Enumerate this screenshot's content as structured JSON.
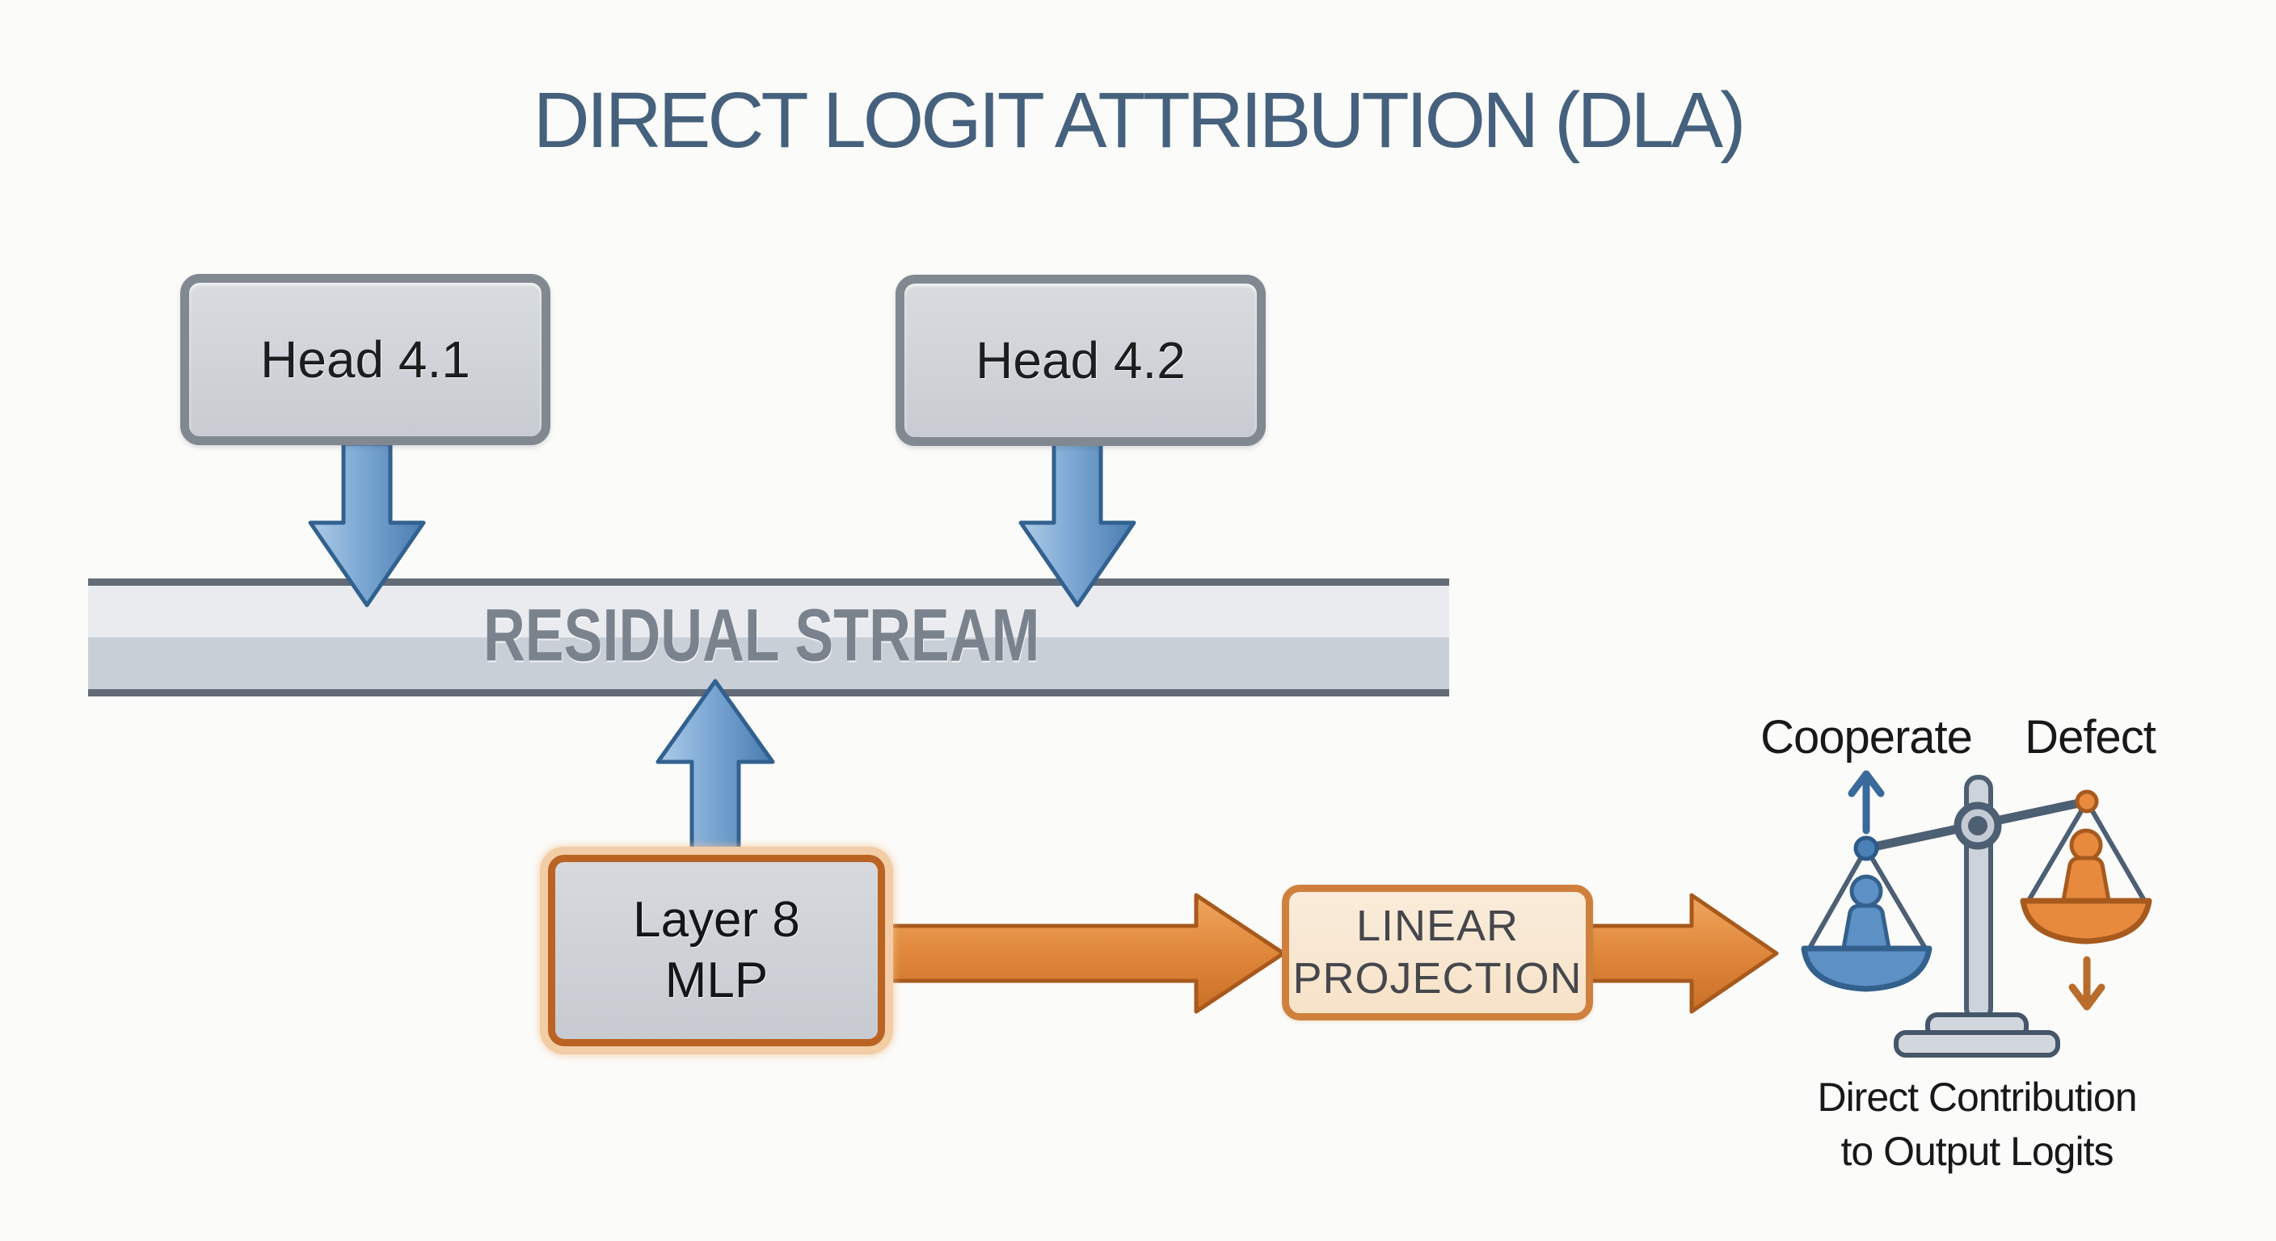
{
  "title": "DIRECT LOGIT ATTRIBUTION (DLA)",
  "boxes": {
    "head1": "Head 4.1",
    "head2": "Head 4.2",
    "mlp_line1": "Layer 8",
    "mlp_line2": "MLP",
    "linear_line1": "LINEAR",
    "linear_line2": "PROJECTION"
  },
  "stream": {
    "label": "RESIDUAL STREAM"
  },
  "balance": {
    "left_label": "Cooperate",
    "right_label": "Defect",
    "caption_line1": "Direct Contribution",
    "caption_line2": "to Output Logits"
  },
  "colors": {
    "title_text": "#45617d",
    "blue_arrow": "#5d90c4",
    "blue_outline": "#32618f",
    "orange_arrow": "#e0873b",
    "orange_outline": "#a8591c",
    "bar_border": "#626b76",
    "bar_light": "#e9ebef",
    "bar_dark": "#c9cfd7",
    "box_gray": "#cdd1d6",
    "scale_frame": "#4d5f73"
  }
}
